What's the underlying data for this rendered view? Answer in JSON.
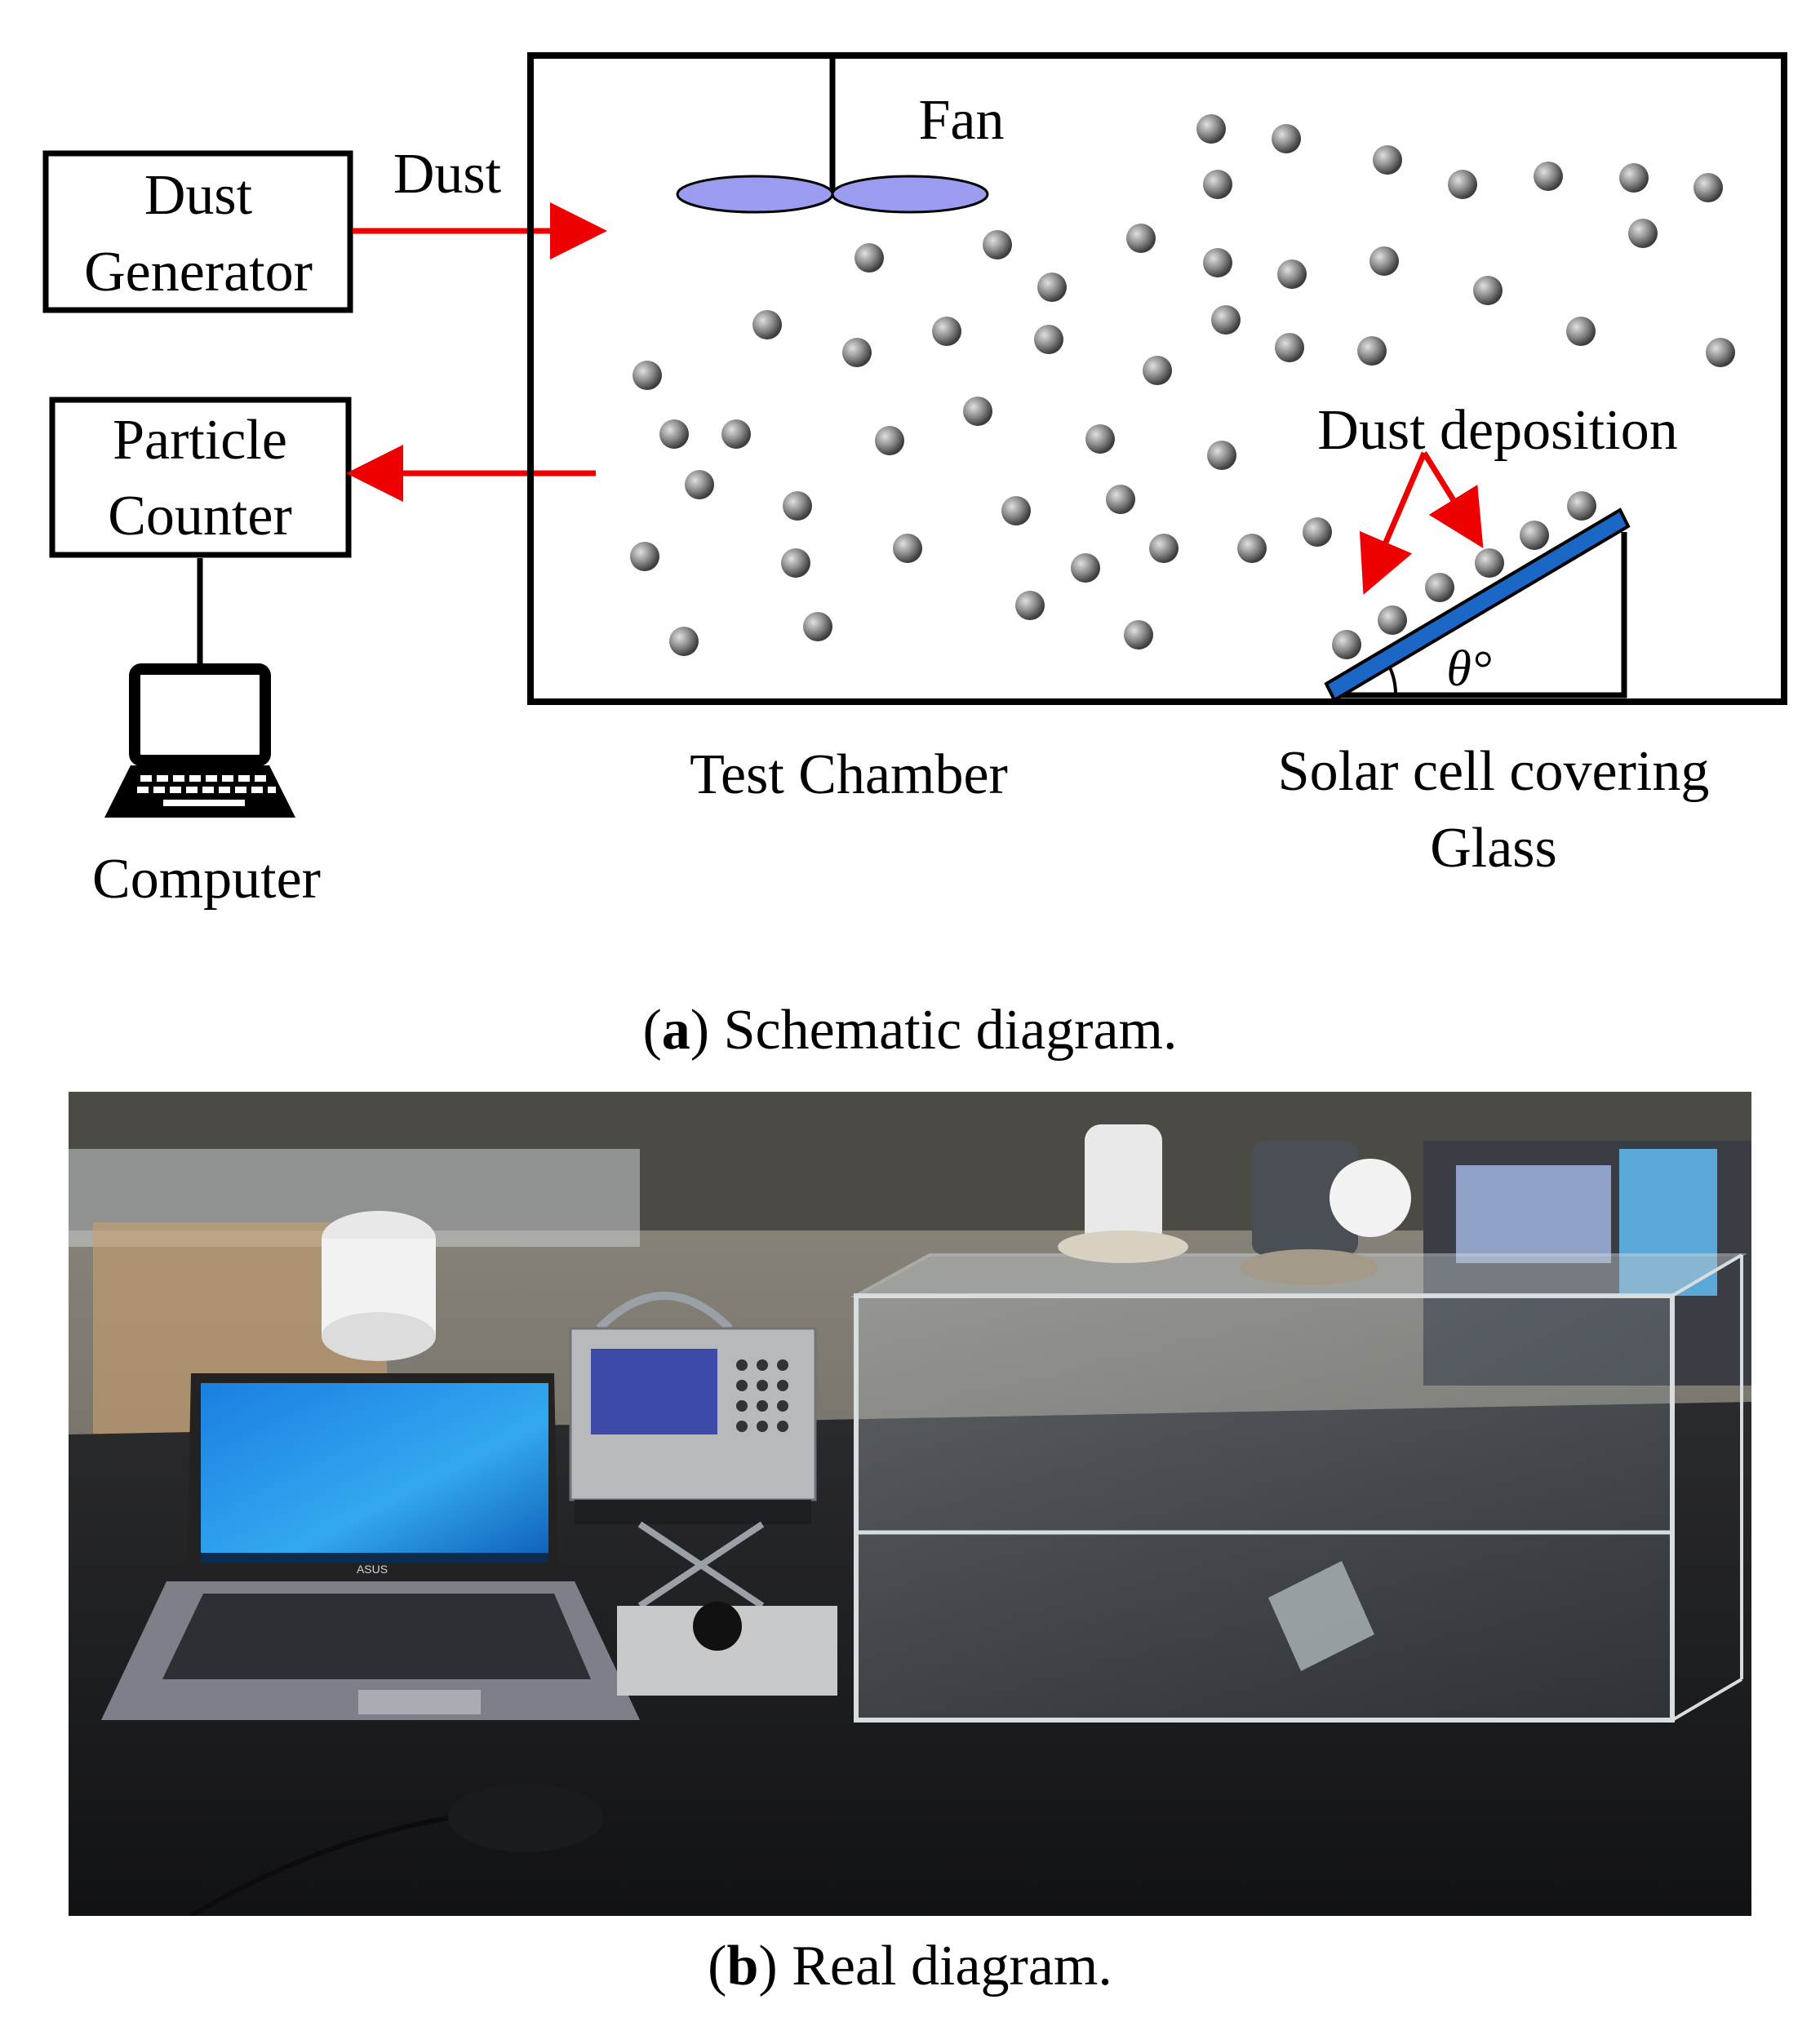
{
  "schematic": {
    "dust_generator_label_line1": "Dust",
    "dust_generator_label_line2": "Generator",
    "dust_arrow_label": "Dust",
    "particle_counter_label_line1": "Particle",
    "particle_counter_label_line2": "Counter",
    "computer_label": "Computer",
    "fan_label": "Fan",
    "dust_deposition_label": "Dust deposition",
    "angle_label": "θ°",
    "chamber_label": "Test Chamber",
    "glass_label_line1": "Solar cell covering",
    "glass_label_line2": "Glass"
  },
  "captions": {
    "a_letter": "a",
    "a_text": " Schematic diagram.",
    "b_letter": "b",
    "b_text": " Real diagram."
  },
  "photo": {
    "laptop_brand": "ASUS"
  },
  "colors": {
    "arrow": "#ee0000",
    "fan_blade": "#9b9bf0",
    "glass": "#1a67c6",
    "particle": "#777777"
  }
}
